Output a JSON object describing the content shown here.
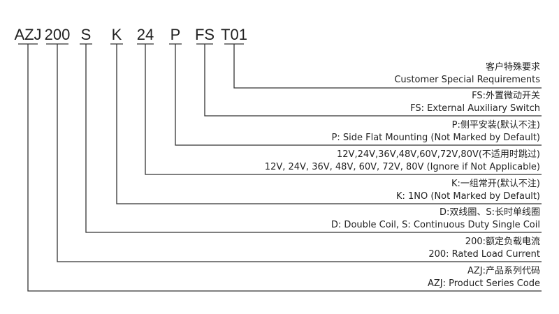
{
  "codes": [
    "AZJ",
    "200",
    "S",
    "K",
    "24",
    "P",
    "FS",
    "T01"
  ],
  "descriptions": [
    {
      "zh": "客户特殊要求",
      "en": "Customer Special Requirements"
    },
    {
      "zh": "FS:外置微动开关",
      "en": "FS: External Auxiliary Switch"
    },
    {
      "zh": "P:侧平安装(默认不注)",
      "en": "P: Side Flat Mounting (Not Marked by Default)"
    },
    {
      "zh": "12V,24V,36V,48V,60V,72V,80V(不适用时跳过)",
      "en": "12V, 24V, 36V, 48V, 60V, 72V, 80V (Ignore if Not Applicable)"
    },
    {
      "zh": "K:一组常开(默认不注)",
      "en": "K: 1NO (Not Marked by Default)"
    },
    {
      "zh": "D:双线圈、S:长时单线圈",
      "en": "D: Double Coil, S: Continuous Duty Single Coil"
    },
    {
      "zh": "200:额定负载电流",
      "en": "200: Rated Load Current"
    },
    {
      "zh": "AZJ:产品系列代码",
      "en": "AZJ: Product Series Code"
    }
  ],
  "colors": {
    "line": "#333333",
    "text": "#222222"
  }
}
